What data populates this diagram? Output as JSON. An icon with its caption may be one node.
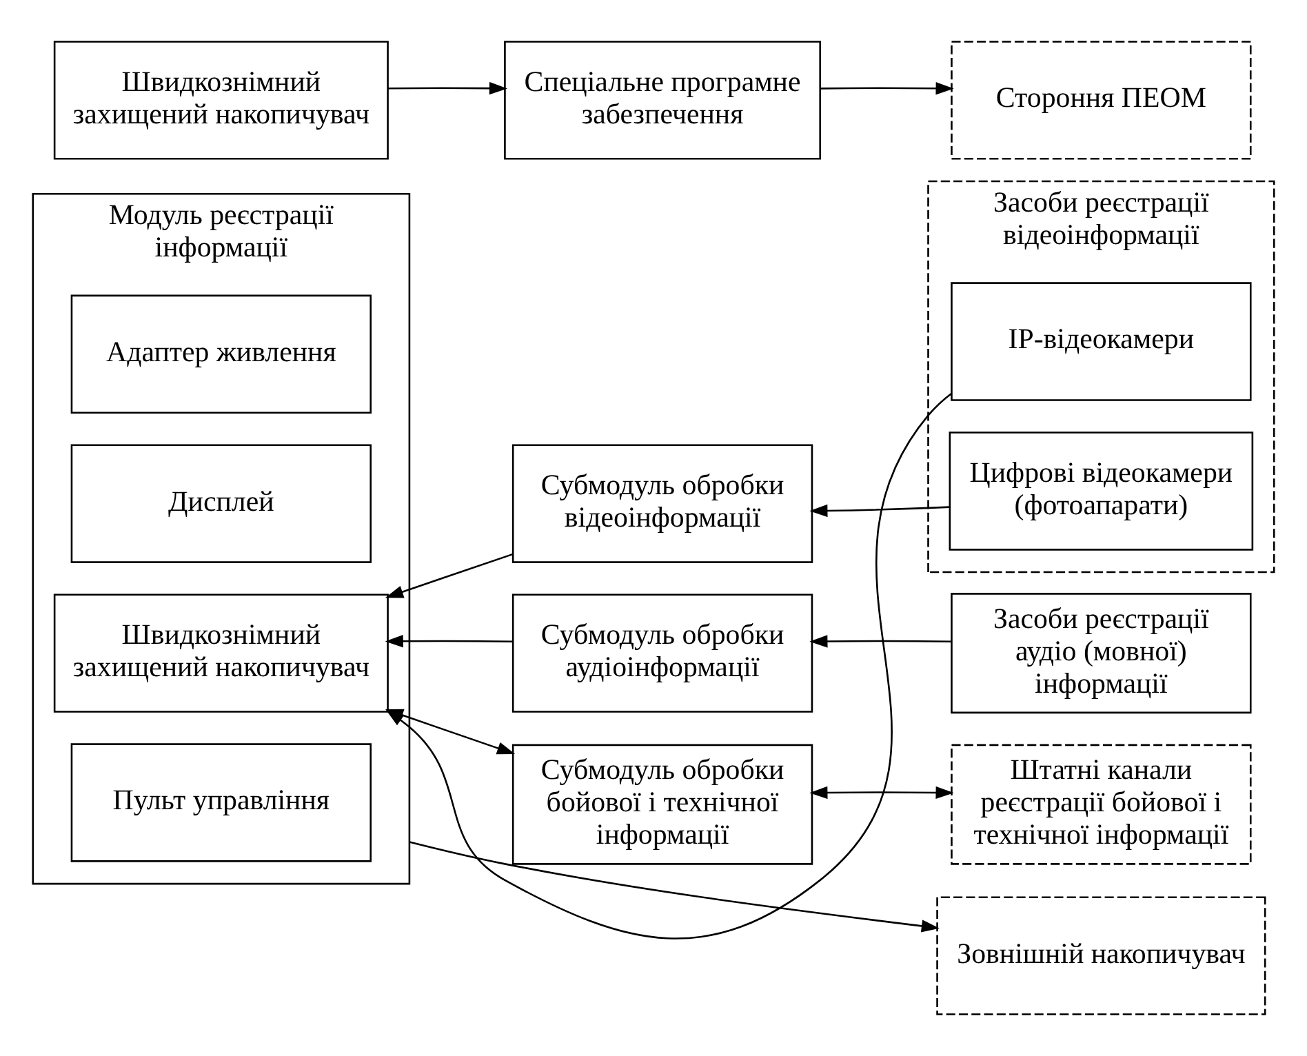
{
  "diagram": {
    "nodes": [
      {
        "text": [
          "Модуль реєстрації інформації"
        ]
      },
      {
        "text": [
          "Адаптер живлення"
        ],
        "in": 0
      },
      {
        "text": [
          "Дисплей"
        ],
        "in": 0
      },
      {
        "text": [
          "Швидкознімний захищений накопичувач"
        ],
        "in": 0
      },
      {
        "text": [
          "Пульт управління"
        ],
        "in": 0
      },
      {
        "text": [
          "Засоби реєстрації відеоінформації"
        ]
      },
      {
        "text": [
          "IP-відеокамери"
        ],
        "in": 5
      },
      {
        "text": [
          "Цифрові відеокамери (фотоапарати)"
        ],
        "in": 5
      },
      {
        "text": [
          "Субмодуль обробки відеоінформації"
        ]
      },
      {
        "text": [
          "Субмодуль обробки аудіоінформації"
        ]
      },
      {
        "text": [
          "Засоби реєстрації аудіо (мовної) інформації"
        ]
      },
      {
        "text": [
          "Субмодуль обробки бойової і технічної інформації"
        ]
      },
      {
        "text": [
          "Штатні канали реєстрації бойової і технічної інформації"
        ]
      },
      {
        "text": [
          "Зовнішній накопичувач"
        ]
      },
      {
        "text": [
          "Швидкознімний захищений накопичувач"
        ]
      },
      {
        "text": [
          "Спеціальне програмне забезпечення"
        ]
      },
      {
        "text": [
          "Стороння ПЕОМ"
        ]
      }
    ],
    "edges": [
      {
        "from": 6,
        "to": 3,
        "arrow": "to"
      },
      {
        "from": 7,
        "to": 8,
        "arrow": "to"
      },
      {
        "from": 8,
        "to": 3,
        "arrow": "to"
      },
      {
        "from": 10,
        "to": 9,
        "arrow": "to"
      },
      {
        "from": 9,
        "to": 3,
        "arrow": "to"
      },
      {
        "from": 11,
        "to": 3,
        "arrow": "both"
      },
      {
        "from": 11,
        "to": 12,
        "arrow": "both"
      },
      {
        "from": 0,
        "to": 13,
        "arrow": "to"
      },
      {
        "from": 14,
        "to": 15,
        "arrow": "to"
      },
      {
        "from": 15,
        "to": 16,
        "arrow": "to"
      }
    ]
  }
}
